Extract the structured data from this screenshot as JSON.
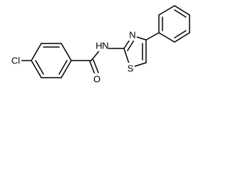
{
  "molecule": {
    "atoms": {
      "cl": "Cl",
      "o": "O",
      "nh": "N",
      "h": "H",
      "n_ring": "N",
      "s": "S"
    }
  }
}
